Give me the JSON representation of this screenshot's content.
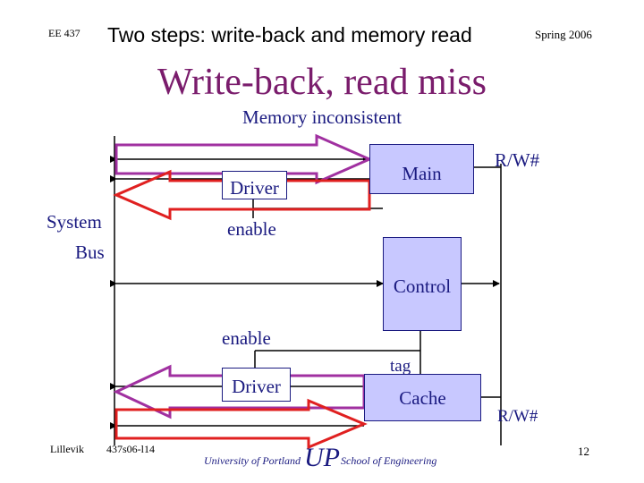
{
  "header": {
    "course": "EE 437",
    "slide_title": "Two steps: write-back and memory read",
    "date": "Spring 2006"
  },
  "heading": "Write-back, read miss",
  "subheading": "Memory inconsistent",
  "diagram": {
    "system_bus_label_1": "System",
    "system_bus_label_2": "Bus",
    "main_label": "Main",
    "control_label": "Control",
    "cache_label": "Cache",
    "driver_top_label": "Driver",
    "driver_bottom_label": "Driver",
    "enable_top": "enable",
    "enable_bottom": "enable",
    "rw_top": "R/W#",
    "rw_bottom": "R/W#",
    "tag_label": "tag"
  },
  "footer": {
    "author": "Lillevik",
    "file": "437s06-l14",
    "university": "University of Portland",
    "logo_text": "UP",
    "school": "School of Engineering",
    "page": "12"
  },
  "colors": {
    "heading": "#7a1c6c",
    "text": "#1a1a80",
    "box_fill": "#c8c8ff",
    "arrow_purple": "#a030a0",
    "arrow_red": "#e02020"
  }
}
